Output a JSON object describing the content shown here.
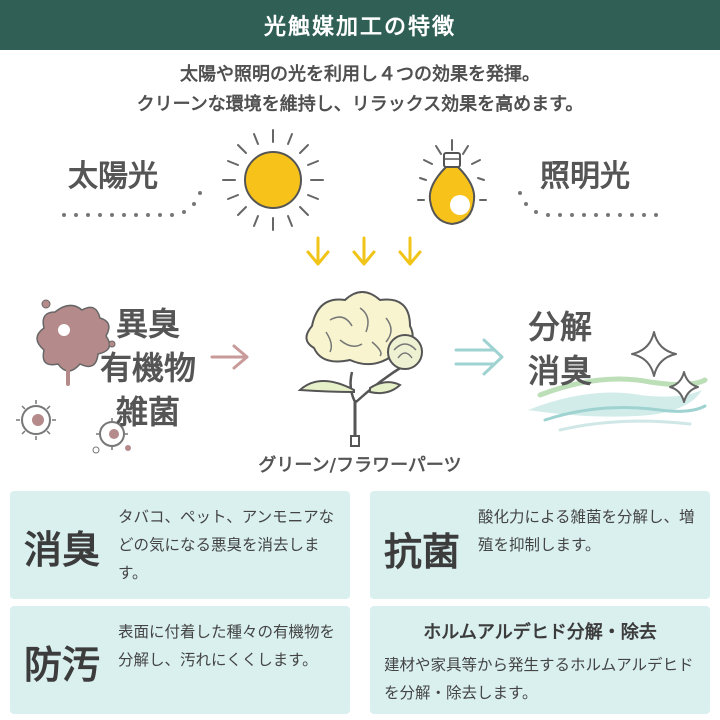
{
  "header": {
    "title": "光触媒加工の特徴"
  },
  "intro": {
    "line1": "太陽や照明の光を利用し４つの効果を発揮。",
    "line2": "クリーンな環境を維持し、リラックス効果を高めます。"
  },
  "diagram": {
    "sunlight": "太陽光",
    "lamplight": "照明光",
    "odor_lines": [
      "異臭",
      "有機物",
      "雑菌"
    ],
    "decomp_lines": [
      "分解",
      "消臭"
    ],
    "parts_label": "グリーン/フラワーパーツ"
  },
  "colors": {
    "header": "#2f5f55",
    "card": "#d9f0ef",
    "sun": "#f7c31a",
    "arrow_yellow": "#f0c419",
    "arrow_pink": "#c99a9a",
    "arrow_teal": "#9fd3d1",
    "odor": "#b58a8a"
  },
  "cards": [
    {
      "title": "消臭",
      "text": "タバコ、ペット、アンモニアなどの気になる悪臭を消去します。"
    },
    {
      "title": "抗菌",
      "text": "酸化力による雑菌を分解し、増殖を抑制します。"
    },
    {
      "title": "防汚",
      "text": "表面に付着した種々の有機物を分解し、汚れにくくします。"
    },
    {
      "title": "ホルムアルデヒド分解・除去",
      "text": "建材や家具等から発生するホルムアルデヒドを分解・除去します。"
    }
  ]
}
